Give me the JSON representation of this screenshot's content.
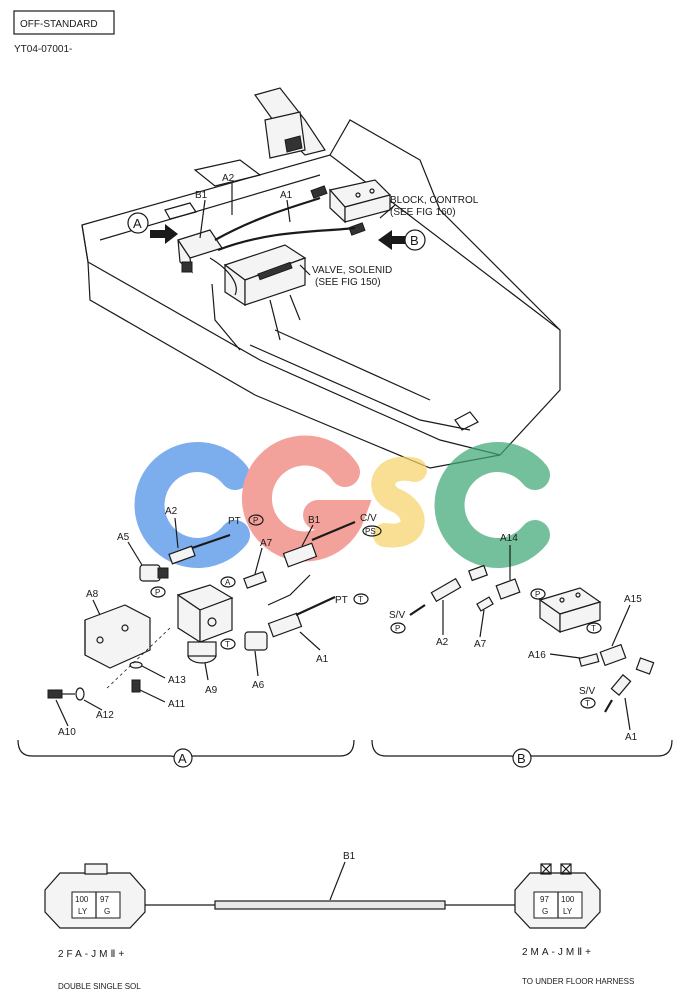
{
  "header": {
    "standard_box": "OFF-STANDARD",
    "serial": "YT04-07001-"
  },
  "overview": {
    "callout_a": "A",
    "callout_b": "B",
    "label_b1": "B1",
    "label_a2": "A2",
    "label_a1": "A1",
    "block_control_1": "BLOCK, CONTROL",
    "block_control_2": "(SEE FIG 160)",
    "valve_solenoid_1": "VALVE, SOLENID",
    "valve_solenoid_2": "(SEE FIG 150)"
  },
  "watermark": {
    "letters": [
      "C",
      "G",
      "S",
      "C"
    ],
    "colors": [
      "#4a8fe8",
      "#ef7f76",
      "#f6d46a",
      "#3fa877"
    ]
  },
  "detail_a": {
    "section_label": "A",
    "parts": [
      "A2",
      "A5",
      "A7",
      "A8",
      "A9",
      "A6",
      "A1",
      "A13",
      "A11",
      "A12",
      "A10",
      "B1"
    ],
    "port_p": "P",
    "port_a": "A",
    "port_t": "T",
    "port_ps": "PS",
    "pt_p": "PT",
    "pt_t": "PT",
    "cv": "C/V"
  },
  "detail_b": {
    "section_label": "B",
    "parts": [
      "A14",
      "A2",
      "A7",
      "A15",
      "A16",
      "A1"
    ],
    "sv_1": "S/V",
    "sv_2": "S/V",
    "port_p1": "P",
    "port_p2": "P",
    "port_t1": "T",
    "port_t2": "T"
  },
  "harness": {
    "label_b1": "B1",
    "left_pins": [
      "100",
      "97"
    ],
    "left_colors": [
      "LY",
      "G"
    ],
    "right_pins": [
      "97",
      "100"
    ],
    "right_colors": [
      "G",
      "LY"
    ],
    "left_connector": "2FA-JMⅡ+",
    "right_connector": "2MA-JMⅡ+",
    "left_note": "DOUBLE SINGLE SOL",
    "right_note": "TO UNDER FLOOR HARNESS"
  }
}
